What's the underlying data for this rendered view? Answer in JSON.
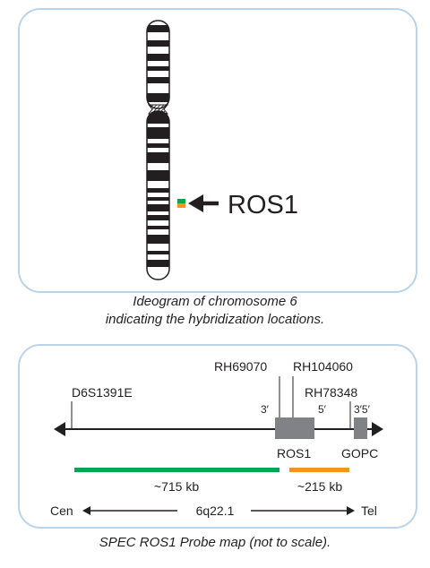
{
  "ideogram_panel": {
    "chromosome_label": "",
    "pointer_label": "ROS1",
    "caption_line1": "Ideogram of chromosome 6",
    "caption_line2": "indicating the hybridization locations."
  },
  "probe_map_panel": {
    "markers": {
      "d6s1391e": "D6S1391E",
      "rh69070": "RH69070",
      "rh104060": "RH104060",
      "rh78348": "RH78348"
    },
    "ros1_end_left": "3′",
    "ros1_end_right": "5′",
    "gopc_ends": "3′5′",
    "genes": {
      "ros1": "ROS1",
      "gopc": "GOPC"
    },
    "probes": {
      "green": {
        "label": "~715 kb",
        "color": "#00a651"
      },
      "orange": {
        "label": "~215 kb",
        "color": "#f7941d"
      }
    },
    "axis": {
      "left": "Cen",
      "center": "6q22.1",
      "right": "Tel"
    },
    "caption": "SPEC ROS1 Probe map (not to scale)."
  },
  "colors": {
    "panel_border": "#b9d3e9",
    "gene_box": "#808285",
    "ink": "#231f20"
  }
}
